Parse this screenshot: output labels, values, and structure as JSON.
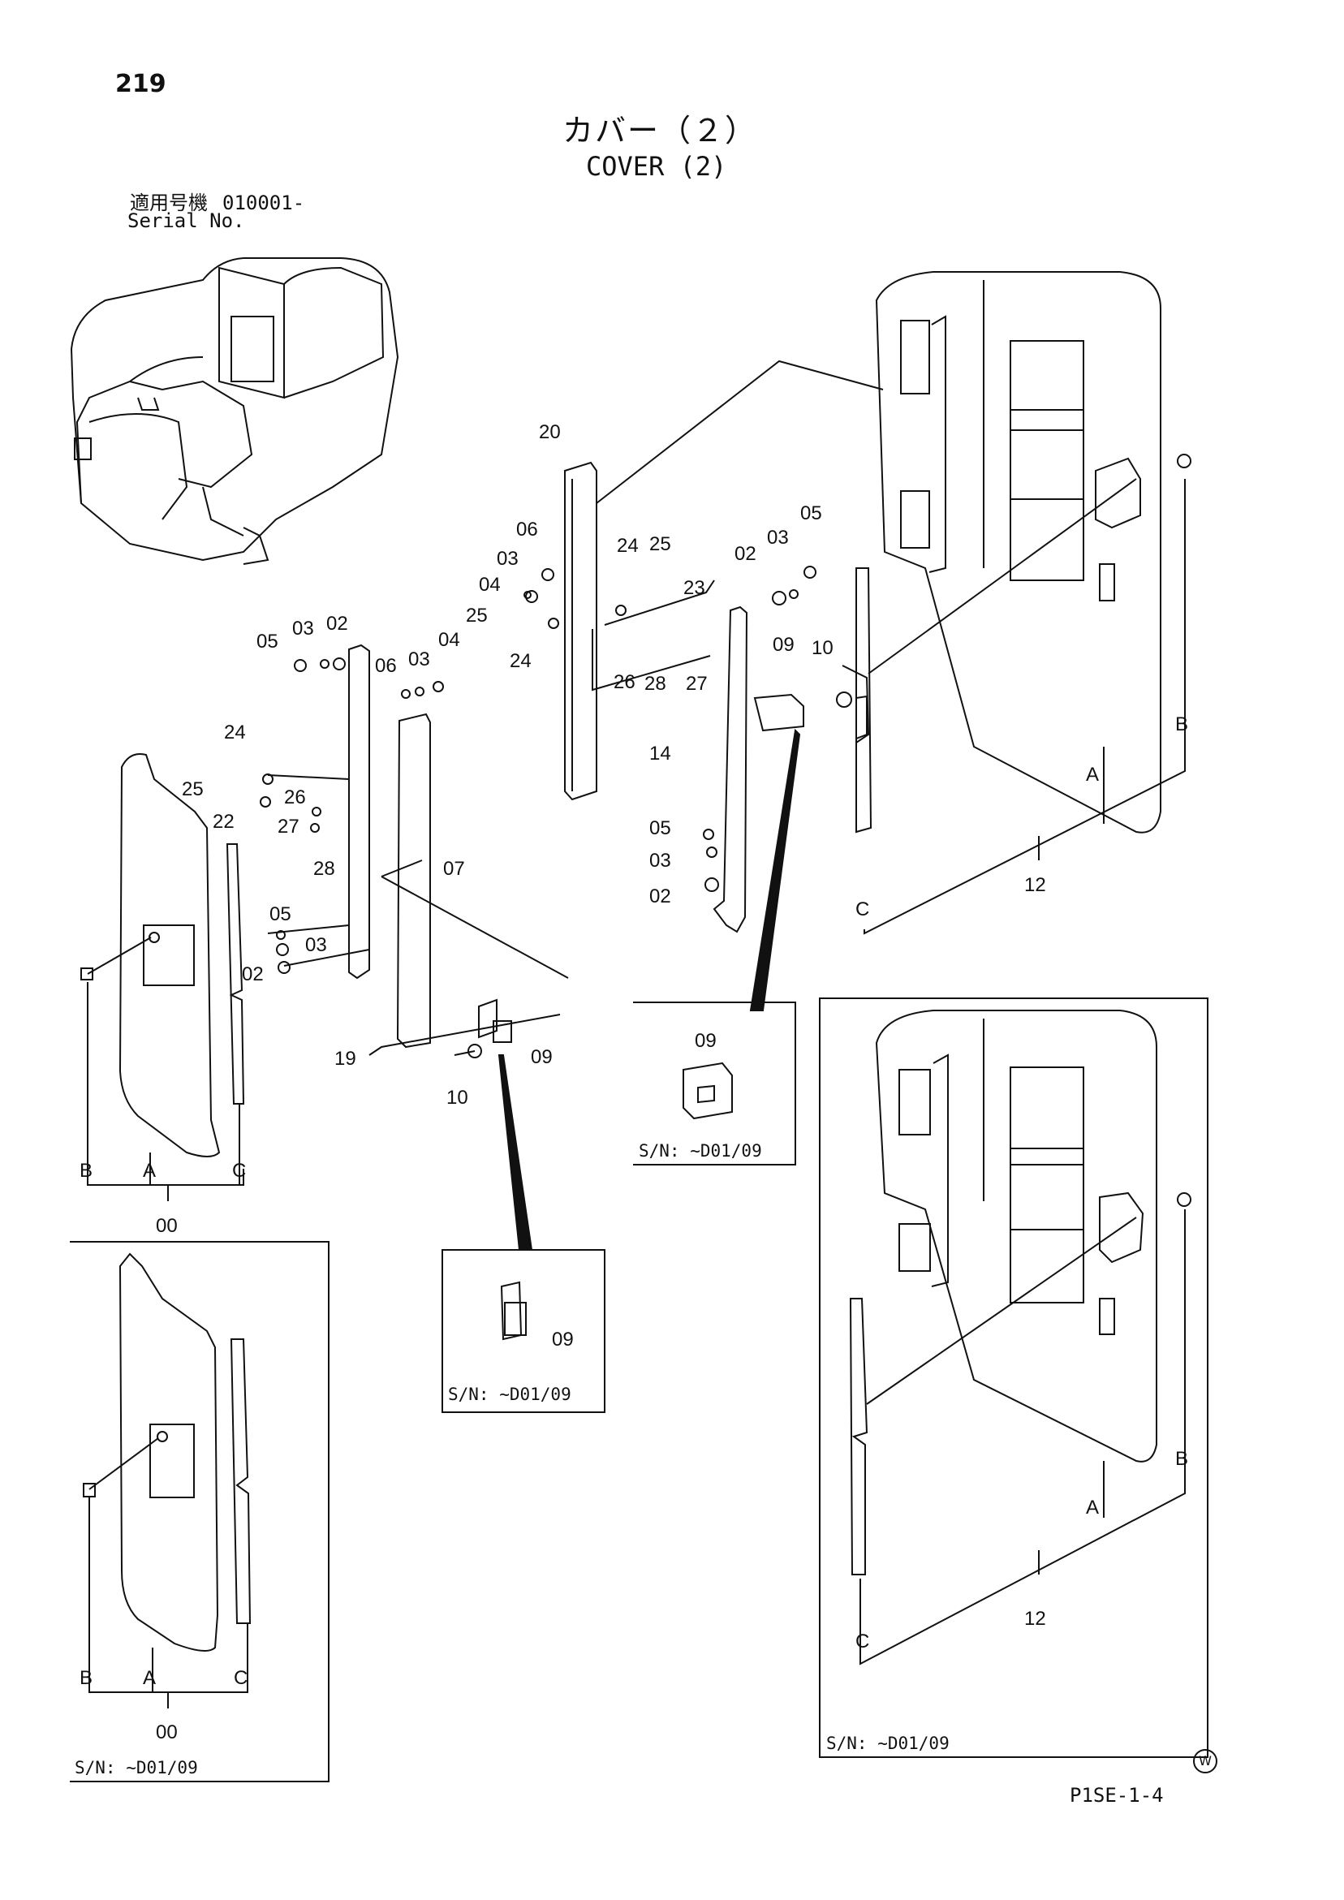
{
  "page_number": "219",
  "title_jp": "カバー（２）",
  "title_en": "COVER (2)",
  "serial": {
    "label_jp": "適用号機",
    "value": "010001-",
    "label_en": "Serial No."
  },
  "inset_serials": {
    "hinge_upper": "S/N: ~D01/09",
    "hinge_lower": "S/N: ~D01/09",
    "left_door": "S/N: ~D01/09",
    "right_door": "S/N: ~D01/09"
  },
  "part_numbers": {
    "p00": "00",
    "p02": "02",
    "p03": "03",
    "p04": "04",
    "p05": "05",
    "p06": "06",
    "p07": "07",
    "p09": "09",
    "p10": "10",
    "p12": "12",
    "p14": "14",
    "p19": "19",
    "p20": "20",
    "p22": "22",
    "p23": "23",
    "p24": "24",
    "p25": "25",
    "p26": "26",
    "p27": "27",
    "p28": "28"
  },
  "ref_letters": {
    "a": "A",
    "b": "B",
    "c": "C"
  },
  "w_mark": "W",
  "drawing_code": "P1SE-1-4"
}
